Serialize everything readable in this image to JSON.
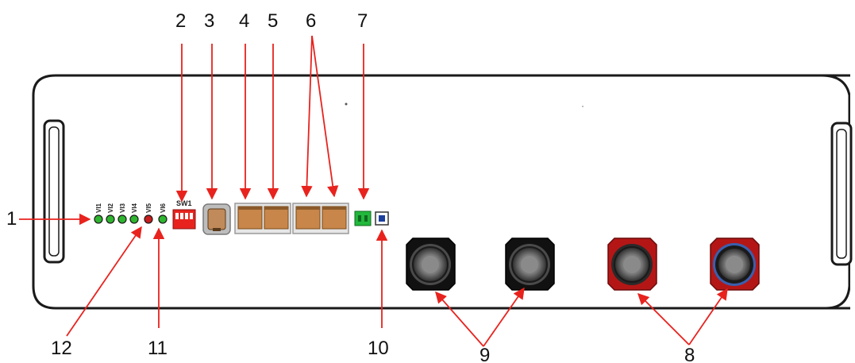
{
  "callouts": {
    "c1": "1",
    "c2": "2",
    "c3": "3",
    "c4": "4",
    "c5": "5",
    "c6": "6",
    "c7": "7",
    "c8": "8",
    "c9": "9",
    "c10": "10",
    "c11": "11",
    "c12": "12"
  },
  "leds": {
    "vi1": "VI1",
    "vi2": "VI2",
    "vi3": "VI3",
    "vi4": "VI4",
    "vi5": "VI5",
    "vi6": "VI6"
  },
  "switch_label": "SW1",
  "colors": {
    "arrow": "#e8231e",
    "led_green": "#2fb52f",
    "led_red": "#c81e1e",
    "dip_red": "#e8231e",
    "terminal_green": "#22b83c",
    "button_blue": "#1c3f9e",
    "neg_terminal": "#111111",
    "pos_terminal": "#b41616"
  }
}
